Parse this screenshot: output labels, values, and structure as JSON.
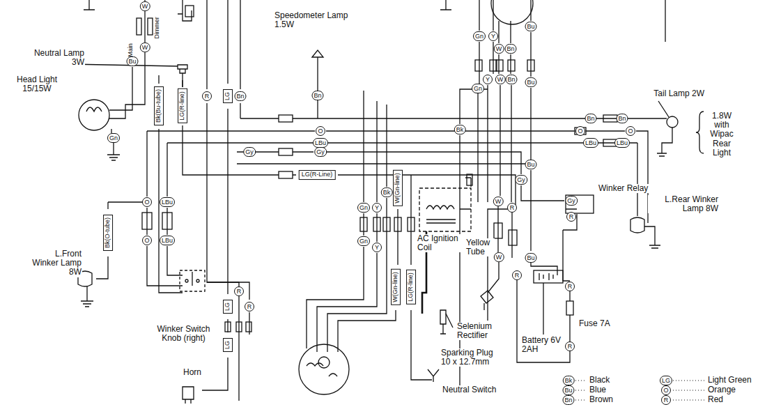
{
  "diagram": {
    "labels": [
      "Neutral Lamp 3W",
      "Head Light 15/15W",
      "Speedometer Lamp 1.5W",
      "Main",
      "Dimmer",
      "W",
      "W",
      "Bu",
      "Gn",
      "Bk(Bu-tube)",
      "LG(R-line)",
      "R",
      "LG",
      "Bn",
      "Bn",
      "O",
      "LBu",
      "Gy",
      "Gy",
      "LG(R-Line)",
      "O",
      "LBu",
      "O",
      "LBu",
      "Bk(O-tube)",
      "LG",
      "LG",
      "R",
      "R",
      "Gn",
      "Y",
      "W",
      "Bn",
      "Bu",
      "Gn",
      "Y",
      "W",
      "Bn",
      "Bu",
      "Bk",
      "Bn",
      "Bn",
      "O",
      "O",
      "LBu",
      "LBu",
      "Tail Lamp 2W",
      "1.8W with Wipac Rear Light",
      "Bu",
      "Gy",
      "Gy",
      "R",
      "Winker Relay",
      "L.Rear Winker Lamp 8W",
      "Gn",
      "Y",
      "Bk",
      "W(Gn-line)",
      "Gn",
      "Y",
      "W(Gn-line)",
      "LG(R-line)",
      "AC Ignition Coil",
      "Yellow Tube",
      "W",
      "W",
      "R",
      "R",
      "Bu",
      "Selenium Rectifier",
      "Battery 6V 2AH",
      "Fuse 7A",
      "R",
      "R",
      "Sparking Plug 10 x 12.7mm",
      "Neutral Switch",
      "L.Front Winker Lamp 8W",
      "Winker Switch Knob (right)",
      "Horn",
      "Bk",
      "Bu",
      "Bn",
      "LG",
      "O",
      "R"
    ],
    "legend": [
      {
        "text": "Black"
      },
      {
        "text": "Blue"
      },
      {
        "text": "Brown"
      },
      {
        "text": "Light Green"
      },
      {
        "text": "Orange"
      },
      {
        "text": "Red"
      }
    ]
  }
}
